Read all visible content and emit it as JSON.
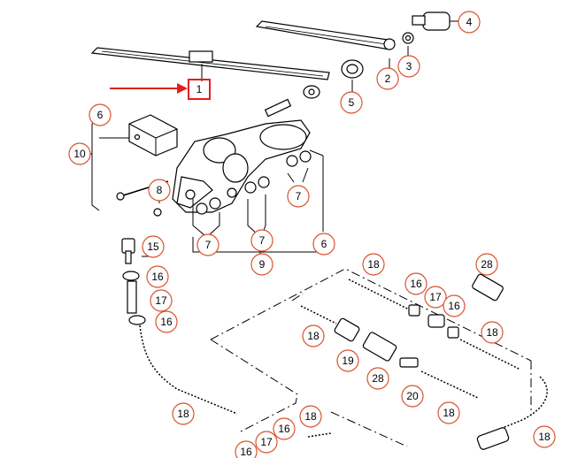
{
  "callouts": [
    {
      "label": "1"
    },
    {
      "label": "2"
    },
    {
      "label": "3"
    },
    {
      "label": "4"
    },
    {
      "label": "5"
    },
    {
      "label": "6"
    },
    {
      "label": "10"
    },
    {
      "label": "8"
    },
    {
      "label": "7"
    },
    {
      "label": "7"
    },
    {
      "label": "7"
    },
    {
      "label": "6"
    },
    {
      "label": "9"
    },
    {
      "label": "15"
    },
    {
      "label": "16"
    },
    {
      "label": "17"
    },
    {
      "label": "16"
    },
    {
      "label": "18"
    },
    {
      "label": "18"
    },
    {
      "label": "16"
    },
    {
      "label": "17"
    },
    {
      "label": "16"
    },
    {
      "label": "28"
    },
    {
      "label": "18"
    },
    {
      "label": "19"
    },
    {
      "label": "28"
    },
    {
      "label": "20"
    },
    {
      "label": "18"
    },
    {
      "label": "18"
    },
    {
      "label": "18"
    },
    {
      "label": "18"
    },
    {
      "label": "16"
    },
    {
      "label": "17"
    },
    {
      "label": "16"
    }
  ],
  "highlight": {
    "label": "1",
    "color": "#e02020"
  },
  "colors": {
    "callout_ring": "#d9532b",
    "highlight": "#e02020"
  }
}
